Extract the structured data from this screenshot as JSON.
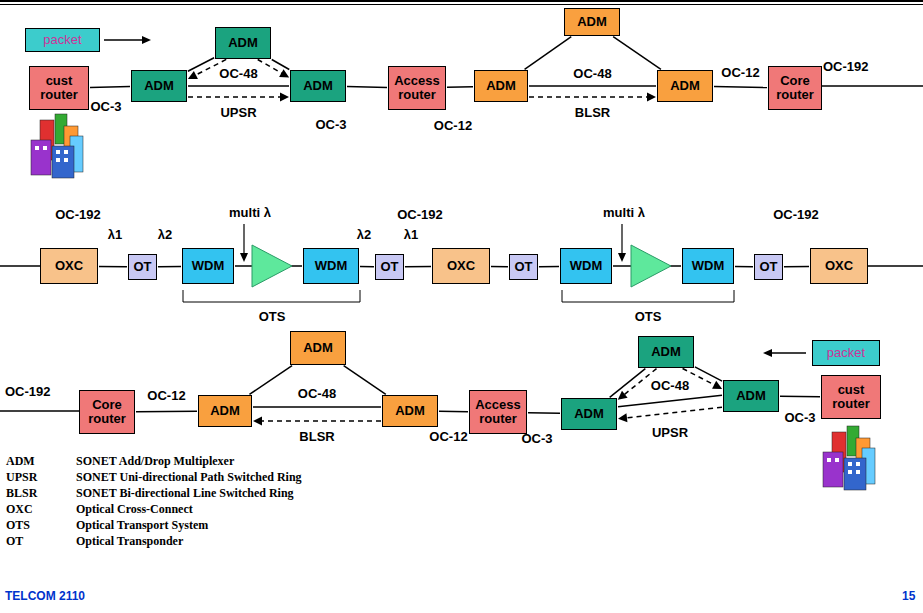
{
  "diagram": {
    "nodes": [
      {
        "text": [
          "packet"
        ]
      },
      {
        "text": [
          "cust router"
        ]
      },
      {
        "text": [
          "ADM"
        ]
      },
      {
        "text": [
          "ADM"
        ]
      },
      {
        "text": [
          "ADM"
        ]
      },
      {
        "text": [
          "Access router"
        ]
      },
      {
        "text": [
          "ADM"
        ]
      },
      {
        "text": [
          "ADM"
        ]
      },
      {
        "text": [
          "ADM"
        ]
      },
      {
        "text": [
          "Core router"
        ]
      },
      {
        "text": [
          "OXC"
        ]
      },
      {
        "text": [
          "OT"
        ]
      },
      {
        "text": [
          "WDM"
        ]
      },
      {
        "text": [
          "WDM"
        ]
      },
      {
        "text": [
          "OT"
        ]
      },
      {
        "text": [
          "OXC"
        ]
      },
      {
        "text": [
          "OT"
        ]
      },
      {
        "text": [
          "WDM"
        ]
      },
      {
        "text": [
          "WDM"
        ]
      },
      {
        "text": [
          "OT"
        ]
      },
      {
        "text": [
          "OXC"
        ]
      },
      {
        "text": [
          "Core router"
        ]
      },
      {
        "text": [
          "ADM"
        ]
      },
      {
        "text": [
          "ADM"
        ]
      },
      {
        "text": [
          "ADM"
        ]
      },
      {
        "text": [
          "Access router"
        ]
      },
      {
        "text": [
          "ADM"
        ]
      },
      {
        "text": [
          "ADM"
        ]
      },
      {
        "text": [
          "ADM"
        ]
      },
      {
        "text": [
          "packet"
        ]
      },
      {
        "text": [
          "cust router"
        ]
      }
    ],
    "edges": [
      {
        "from": 1,
        "to": 2,
        "arrow": "none",
        "label": "OC-3"
      },
      {
        "from": 2,
        "to": 3,
        "arrow": "none"
      },
      {
        "from": 3,
        "to": 4,
        "arrow": "none"
      },
      {
        "from": 2,
        "to": 4,
        "arrow": "none",
        "label": "OC-48"
      },
      {
        "from": 3,
        "to": 2,
        "arrow": "to"
      },
      {
        "from": 3,
        "to": 4,
        "arrow": "to"
      },
      {
        "from": 2,
        "to": 4,
        "arrow": "to",
        "label": "UPSR"
      },
      {
        "from": 4,
        "to": 5,
        "arrow": "none",
        "label": "OC-3"
      },
      {
        "from": 5,
        "to": 6,
        "arrow": "none",
        "label": "OC-12"
      },
      {
        "from": 6,
        "to": 7,
        "arrow": "none"
      },
      {
        "from": 7,
        "to": 8,
        "arrow": "none"
      },
      {
        "from": 6,
        "to": 8,
        "arrow": "none",
        "label": "OC-48"
      },
      {
        "from": 6,
        "to": 8,
        "arrow": "to",
        "label": "BLSR"
      },
      {
        "from": 8,
        "to": 9,
        "arrow": "none",
        "label": "OC-12"
      },
      {
        "from": 10,
        "to": 11,
        "arrow": "none"
      },
      {
        "from": 11,
        "to": 12,
        "arrow": "none"
      },
      {
        "from": 12,
        "to": 13,
        "arrow": "none"
      },
      {
        "from": 13,
        "to": 14,
        "arrow": "none"
      },
      {
        "from": 14,
        "to": 15,
        "arrow": "none"
      },
      {
        "from": 15,
        "to": 16,
        "arrow": "none"
      },
      {
        "from": 16,
        "to": 17,
        "arrow": "none"
      },
      {
        "from": 17,
        "to": 18,
        "arrow": "none"
      },
      {
        "from": 18,
        "to": 19,
        "arrow": "none"
      },
      {
        "from": 19,
        "to": 20,
        "arrow": "none"
      },
      {
        "from": 21,
        "to": 22,
        "arrow": "none",
        "label": "OC-12"
      },
      {
        "from": 22,
        "to": 23,
        "arrow": "none"
      },
      {
        "from": 23,
        "to": 24,
        "arrow": "none"
      },
      {
        "from": 22,
        "to": 24,
        "arrow": "none",
        "label": "OC-48"
      },
      {
        "from": 24,
        "to": 22,
        "arrow": "to",
        "label": "BLSR"
      },
      {
        "from": 24,
        "to": 25,
        "arrow": "none",
        "label": "OC-12"
      },
      {
        "from": 25,
        "to": 26,
        "arrow": "none",
        "label": "OC-3"
      },
      {
        "from": 26,
        "to": 27,
        "arrow": "none"
      },
      {
        "from": 27,
        "to": 28,
        "arrow": "none"
      },
      {
        "from": 26,
        "to": 28,
        "arrow": "none",
        "label": "OC-48"
      },
      {
        "from": 27,
        "to": 26,
        "arrow": "to"
      },
      {
        "from": 27,
        "to": 28,
        "arrow": "to"
      },
      {
        "from": 28,
        "to": 26,
        "arrow": "to",
        "label": "UPSR"
      },
      {
        "from": 28,
        "to": 30,
        "arrow": "none",
        "label": "OC-3"
      }
    ],
    "labels": [
      "OC-192",
      "OC-192",
      "λ1",
      "λ2",
      "multi λ",
      "λ2",
      "OC-192",
      "λ1",
      "multi λ",
      "OC-192",
      "OTS",
      "OTS",
      "OC-192",
      "ADM",
      "SONET Add/Drop Multiplexer",
      "UPSR",
      "SONET Uni-directional Path Switched Ring",
      "BLSR",
      "SONET Bi-directional Line Switched Ring",
      "OXC",
      "Optical Cross-Connect",
      "OTS",
      "Optical Transport System",
      "OT",
      "Optical Transponder",
      "TELCOM 2110",
      "15"
    ]
  }
}
